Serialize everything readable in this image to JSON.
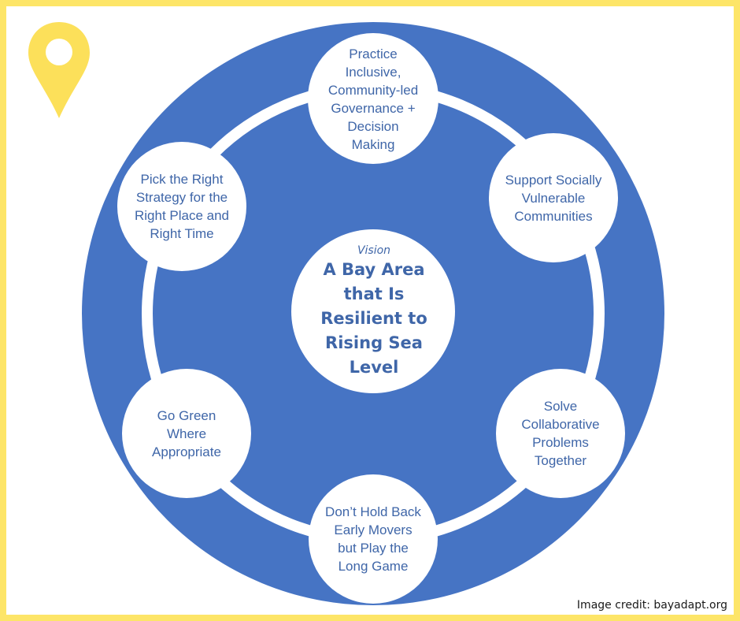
{
  "colors": {
    "frame": "#fde568",
    "pin": "#fce05a",
    "disc": "#4674c4",
    "ring": "#ffffff",
    "text": "#3f66a8"
  },
  "icons": {
    "pin": "location-pin-icon"
  },
  "vision": {
    "kicker": "Vision",
    "title": "A Bay Area that Is Resilient to Rising Sea Level"
  },
  "principles": [
    {
      "label": "Practice Inclusive, Community-led Governance + Decision Making"
    },
    {
      "label": "Support Socially Vulnerable Communities"
    },
    {
      "label": "Solve Collaborative Problems Together"
    },
    {
      "label": "Don’t Hold Back Early Movers but Play the Long Game"
    },
    {
      "label": "Go Green Where Appropriate"
    },
    {
      "label": "Pick the Right Strategy for the Right Place and Right Time"
    }
  ],
  "credit": "Image credit: bayadapt.org"
}
